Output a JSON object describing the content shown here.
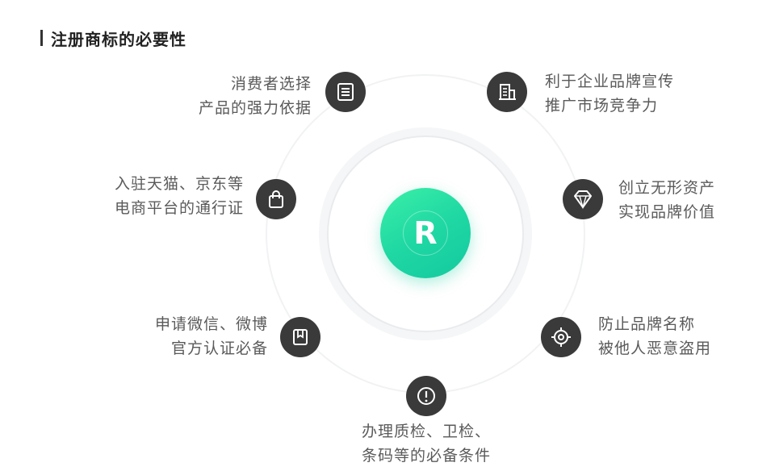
{
  "title": "注册商标的必要性",
  "center": {
    "letter": "R",
    "color": "#20dba4"
  },
  "icon_color": "#3a3a3a",
  "features": [
    {
      "id": "selection",
      "icon": "list-icon",
      "lines": [
        "消费者选择",
        "产品的强力依据"
      ]
    },
    {
      "id": "promotion",
      "icon": "building-icon",
      "lines": [
        "利于企业品牌宣传",
        "推广市场竞争力"
      ]
    },
    {
      "id": "platform",
      "icon": "shopping-bag-icon",
      "lines": [
        "入驻天猫、京东等",
        "电商平台的通行证"
      ]
    },
    {
      "id": "asset",
      "icon": "diamond-icon",
      "lines": [
        "创立无形资产",
        "实现品牌价值"
      ]
    },
    {
      "id": "wechat",
      "icon": "bookmark-icon",
      "lines": [
        "申请微信、微博",
        "官方认证必备"
      ]
    },
    {
      "id": "protection",
      "icon": "target-icon",
      "lines": [
        "防止品牌名称",
        "被他人恶意盗用"
      ]
    },
    {
      "id": "inspection",
      "icon": "alert-icon",
      "lines": [
        "办理质检、卫检、",
        "条码等的必备条件"
      ]
    }
  ]
}
